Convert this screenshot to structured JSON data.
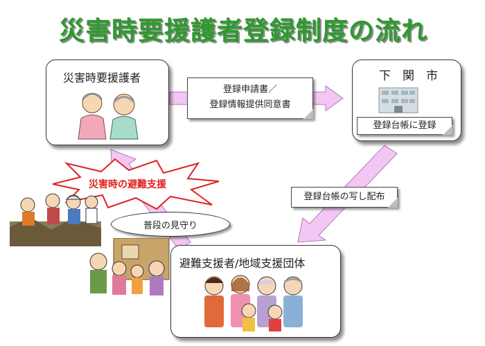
{
  "title": "災害時要援護者登録制度の流れ",
  "nodes": {
    "requester": "災害時要援護者",
    "city": "下　関　市",
    "supporter": "避難支援者/地域支援団体"
  },
  "city_ledger_label": "登録台帳に登録",
  "notes": {
    "application_line1": "登録申請書／",
    "application_line2": "登録情報提供同意書",
    "distribution": "登録台帳の写し配布",
    "disaster_support": "災害時の避難支援",
    "daily_watch": "普段の見守り"
  },
  "colors": {
    "title": "#2e9a2e",
    "arrow_fill": "#f4c6f4",
    "arrow_stroke": "#b07ab0",
    "burst_text": "#e0201a"
  }
}
